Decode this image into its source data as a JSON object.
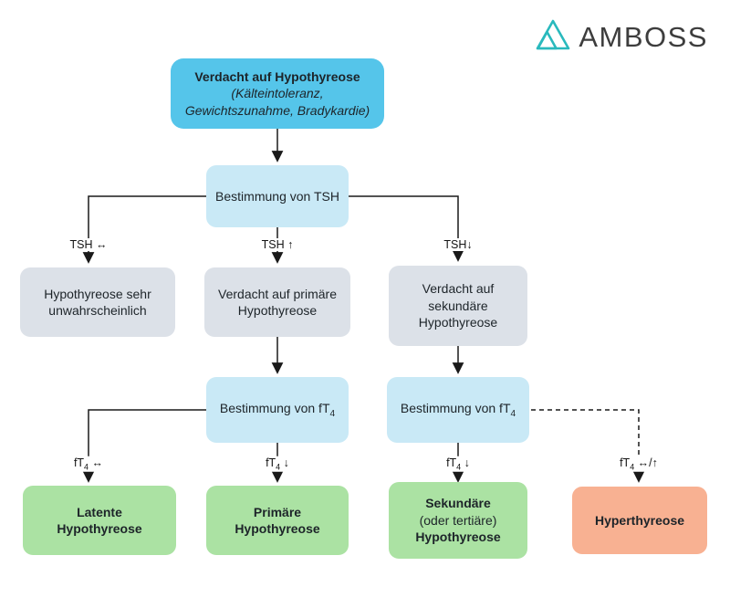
{
  "logo": {
    "brand": "AMBOSS",
    "accent_color": "#29b9bd"
  },
  "colors": {
    "start_box": "#55c5ea",
    "process_box": "#c9e9f6",
    "neutral_box": "#dce1e8",
    "positive_box": "#abe2a3",
    "warning_box": "#f8b192",
    "line": "#1a1a1a",
    "text": "#1d2429"
  },
  "nodes": {
    "start": {
      "title": "Verdacht auf Hypothyreose",
      "subtitle_line1": "(Kälteintoleranz,",
      "subtitle_line2": "Gewichtszunahme, Bradykardie)"
    },
    "tsh_test": {
      "label": "Bestimmung von TSH"
    },
    "unlikely": {
      "text": "Hypothyreose sehr\nunwahrscheinlich"
    },
    "primary_suspect": {
      "text": "Verdacht auf primäre\nHypothyreose"
    },
    "secondary_suspect": {
      "text": "Verdacht auf\nsekundäre\nHypothyreose"
    },
    "ft4_test_left": {
      "label_pre": "Bestimmung von fT",
      "label_sub": "4"
    },
    "ft4_test_right": {
      "label_pre": "Bestimmung von fT",
      "label_sub": "4"
    },
    "latent": {
      "text": "Latente\nHypothyreose"
    },
    "primary": {
      "text": "Primäre\nHypothyreose"
    },
    "secondary": {
      "line1": "Sekundäre",
      "line2": "(oder tertiäre)",
      "line3": "Hypothyreose"
    },
    "hyper": {
      "text": "Hyperthyreose"
    }
  },
  "edge_labels": {
    "tsh_normal": "TSH ↔",
    "tsh_high": "TSH ↑",
    "tsh_low": "TSH↓",
    "ft4_normal": {
      "pre": "fT",
      "sub": "4",
      "post": " ↔"
    },
    "ft4_low_left": {
      "pre": "fT",
      "sub": "4",
      "post": " ↓"
    },
    "ft4_low_right": {
      "pre": "fT",
      "sub": "4",
      "post": " ↓"
    },
    "ft4_normal_or_high": {
      "pre": "fT",
      "sub": "4",
      "post": " ↔/↑"
    }
  }
}
